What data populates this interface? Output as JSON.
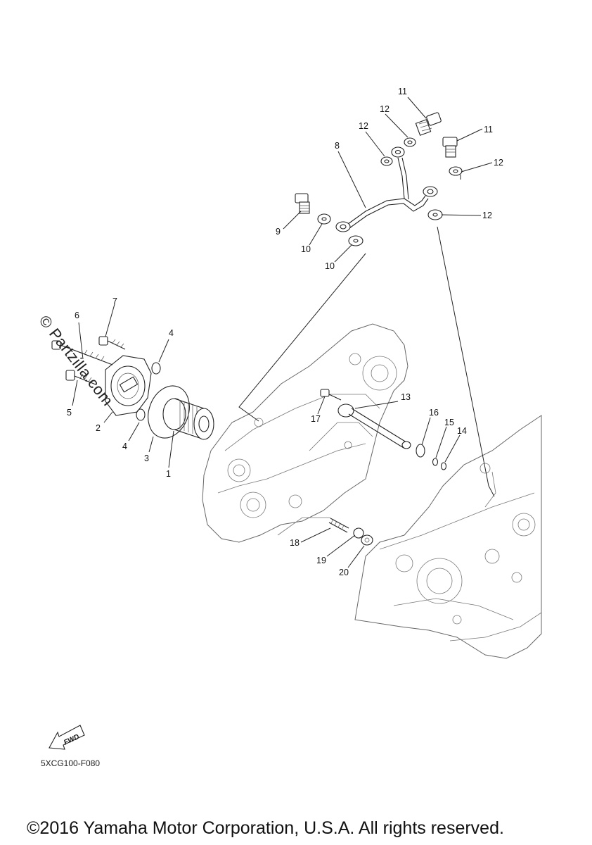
{
  "watermark": "© Partzilla.com",
  "diagram_code": "5XCG100-F080",
  "fwd_label": "FWD",
  "copyright": "©2016 Yamaha Motor Corporation, U.S.A. All rights reserved.",
  "callouts": {
    "c1": "1",
    "c2": "2",
    "c3": "3",
    "c4a": "4",
    "c4b": "4",
    "c5": "5",
    "c6": "6",
    "c7": "7",
    "c8": "8",
    "c9": "9",
    "c10a": "10",
    "c10b": "10",
    "c11a": "11",
    "c11b": "11",
    "c12a": "12",
    "c12b": "12",
    "c12c": "12",
    "c12d": "12",
    "c13": "13",
    "c14": "14",
    "c15": "15",
    "c16": "16",
    "c17": "17",
    "c18": "18",
    "c19": "19",
    "c20": "20"
  }
}
